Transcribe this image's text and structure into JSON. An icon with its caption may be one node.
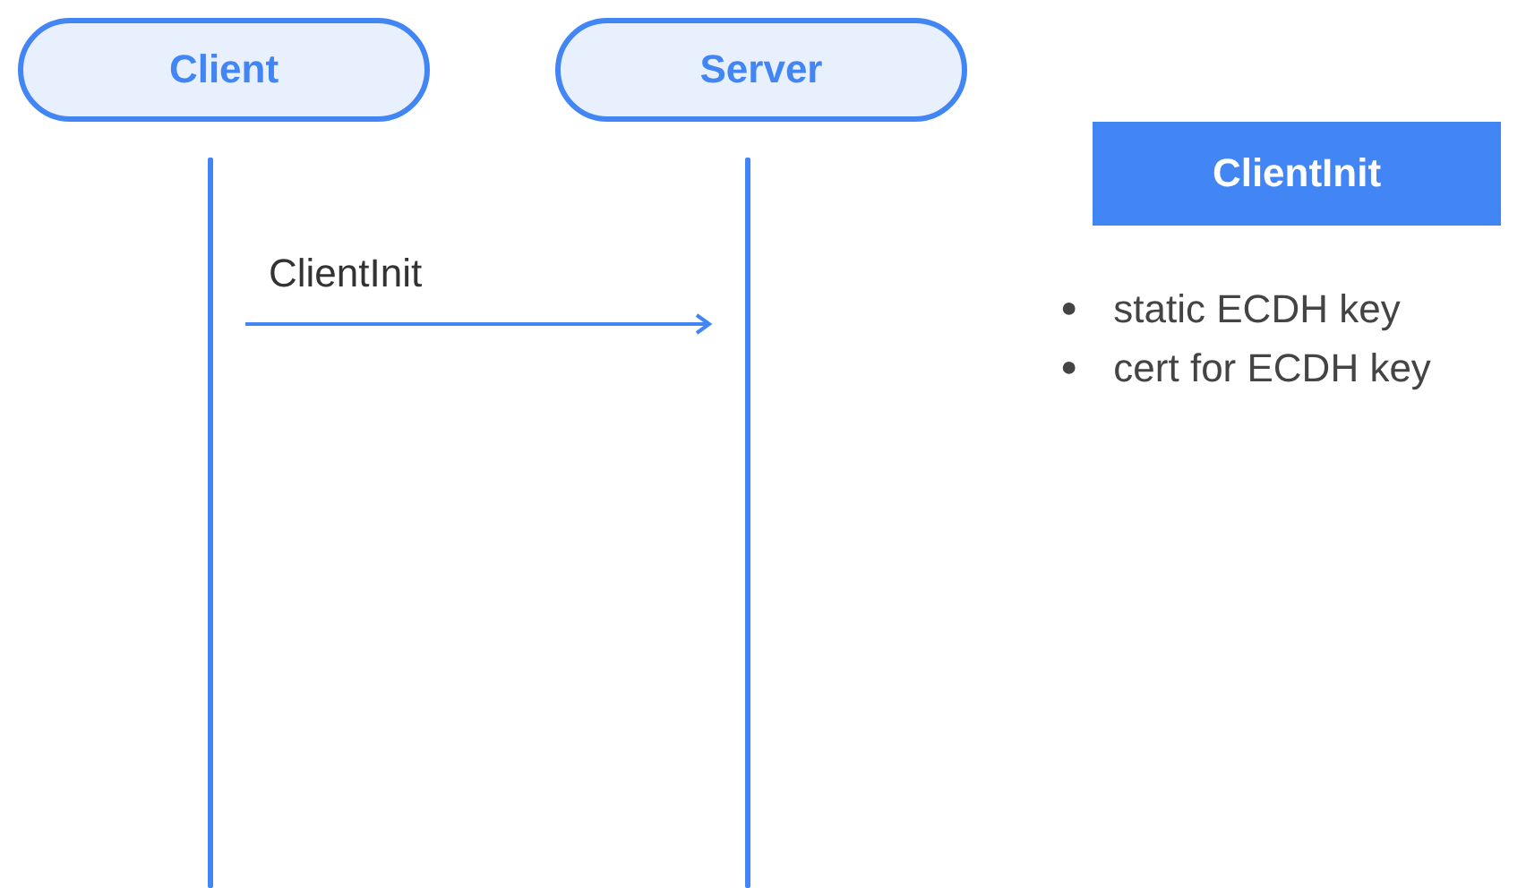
{
  "diagram": {
    "nodes": [
      {
        "text": [
          "Client"
        ]
      },
      {
        "text": [
          "Server"
        ]
      },
      {
        "text": [
          "ClientInit"
        ]
      },
      {
        "text": [],
        "shape": "bar"
      },
      {
        "text": [],
        "shape": "bar"
      }
    ],
    "edges": [
      {
        "from": 3,
        "to": 4,
        "arrow": "to",
        "label": "ClientInit"
      }
    ],
    "labels": [
      "●",
      "static ECDH key",
      "●",
      "cert for ECDH key"
    ]
  }
}
